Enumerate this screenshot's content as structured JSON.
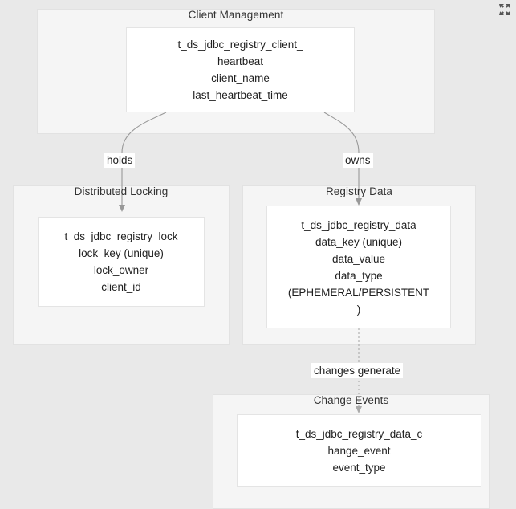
{
  "canvas": {
    "background_color": "#e9e9e9",
    "cluster_fill": "#f5f5f5",
    "node_fill": "#ffffff",
    "edge_color": "#999999",
    "text_color": "#1f1f1f"
  },
  "controls": {
    "expand_icon": "fullscreen-expand-icon"
  },
  "clusters": [
    {
      "id": "client-management",
      "title": "Client Management",
      "node": {
        "id": "t-ds-jdbc-registry-client-heartbeat",
        "lines": [
          "t_ds_jdbc_registry_client_",
          "heartbeat",
          "client_name",
          "last_heartbeat_time"
        ]
      }
    },
    {
      "id": "distributed-locking",
      "title": "Distributed Locking",
      "node": {
        "id": "t-ds-jdbc-registry-lock",
        "lines": [
          "t_ds_jdbc_registry_lock",
          "lock_key (unique)",
          "lock_owner",
          "client_id"
        ]
      }
    },
    {
      "id": "registry-data",
      "title": "Registry Data",
      "node": {
        "id": "t-ds-jdbc-registry-data",
        "lines": [
          "t_ds_jdbc_registry_data",
          "data_key (unique)",
          "data_value",
          "data_type",
          "(EPHEMERAL/PERSISTENT",
          ")"
        ]
      }
    },
    {
      "id": "change-events",
      "title": "Change Events",
      "node": {
        "id": "t-ds-jdbc-registry-data-change-event",
        "lines": [
          "t_ds_jdbc_registry_data_c",
          "hange_event",
          "event_type"
        ]
      }
    }
  ],
  "edges": [
    {
      "id": "holds",
      "label": "holds",
      "from": "t-ds-jdbc-registry-client-heartbeat",
      "to": "t-ds-jdbc-registry-lock",
      "style": "solid"
    },
    {
      "id": "owns",
      "label": "owns",
      "from": "t-ds-jdbc-registry-client-heartbeat",
      "to": "t-ds-jdbc-registry-data",
      "style": "solid"
    },
    {
      "id": "changes-generate",
      "label": "changes generate",
      "from": "t-ds-jdbc-registry-data",
      "to": "t-ds-jdbc-registry-data-change-event",
      "style": "dotted"
    }
  ]
}
